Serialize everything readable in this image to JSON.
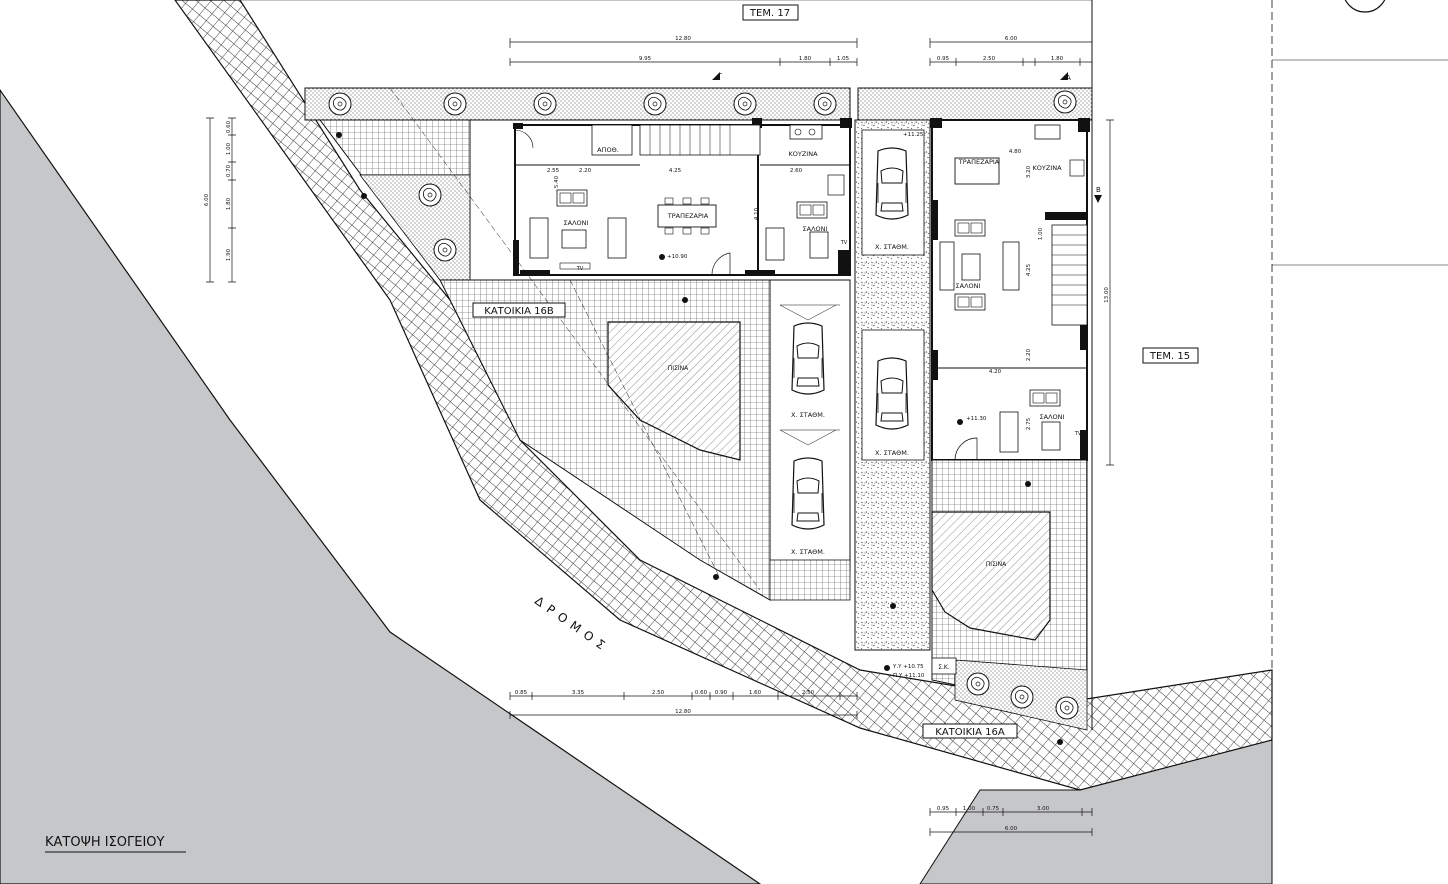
{
  "labels": {
    "plot_17": "ΤΕΜ. 17",
    "plot_15": "ΤΕΜ. 15",
    "house_16b": "ΚΑΤΟΙΚΙΑ 16Β",
    "house_16a": "ΚΑΤΟΙΚΙΑ 16Α",
    "road": "ΔΡΟΜΟΣ",
    "drawing_title": "ΚΑΤΟΨΗ ΙΣΟΓΕΙΟΥ",
    "kitchen": "ΚΟΥΖΙΝΑ",
    "dining": "ΤΡΑΠΕΖΑΡΙΑ",
    "living": "ΣΑΛΟΝΙ",
    "parking": "Χ. ΣΤΑΘΜ.",
    "storage": "ΑΠΟΘ.",
    "pool": "ΠΙΣΙΝΑ",
    "tv": "TV",
    "utility_box": "Σ.Κ.",
    "level_road_1": "Υ.Υ +10.75",
    "level_road_2": "Π.Υ +11.10",
    "level_16b": "+10.90",
    "level_16a": "+11.30",
    "level_park": "+11.25",
    "section_a": "A",
    "section_b": "B",
    "section_g": "Γ"
  },
  "dimensions": {
    "top_b_total": "12.80",
    "top_b_1": "9.95",
    "top_b_2": "1.80",
    "top_b_3": "1.05",
    "top_a_total": "6.00",
    "top_a_1": "0.95",
    "top_a_2": "2.50",
    "top_a_3": "1.80",
    "bottom_b_total": "12.80",
    "bottom_b_1": "0.85",
    "bottom_b_2": "3.35",
    "bottom_b_3": "2.50",
    "bottom_b_4": "0.60",
    "bottom_b_5": "0.90",
    "bottom_b_6": "1.60",
    "bottom_b_7": "2.50",
    "bottom_a_total": "6.00",
    "bottom_a_1": "0.95",
    "bottom_a_2": "1.00",
    "bottom_a_3": "0.75",
    "bottom_a_4": "3.00",
    "left_total": "6.00",
    "left_1": "0.60",
    "left_2": "1.00",
    "left_3": "0.70",
    "left_4": "1.80",
    "left_5": "1.90",
    "right_total": "13.00",
    "room_b_1": "2.20",
    "room_b_2": "4.25",
    "room_b_3": "2.60",
    "room_b_4": "2.55",
    "room_b_5": "5.40",
    "room_b_6": "4.10",
    "room_a_1": "4.80",
    "room_a_2": "3.20",
    "room_a_3": "4.25",
    "room_a_4": "2.20",
    "room_a_5": "4.20",
    "room_a_6": "2.75",
    "room_a_7": "1.00"
  },
  "colors": {
    "road": "#c6c7c9",
    "line": "#111111",
    "paving": "#ffffff"
  }
}
